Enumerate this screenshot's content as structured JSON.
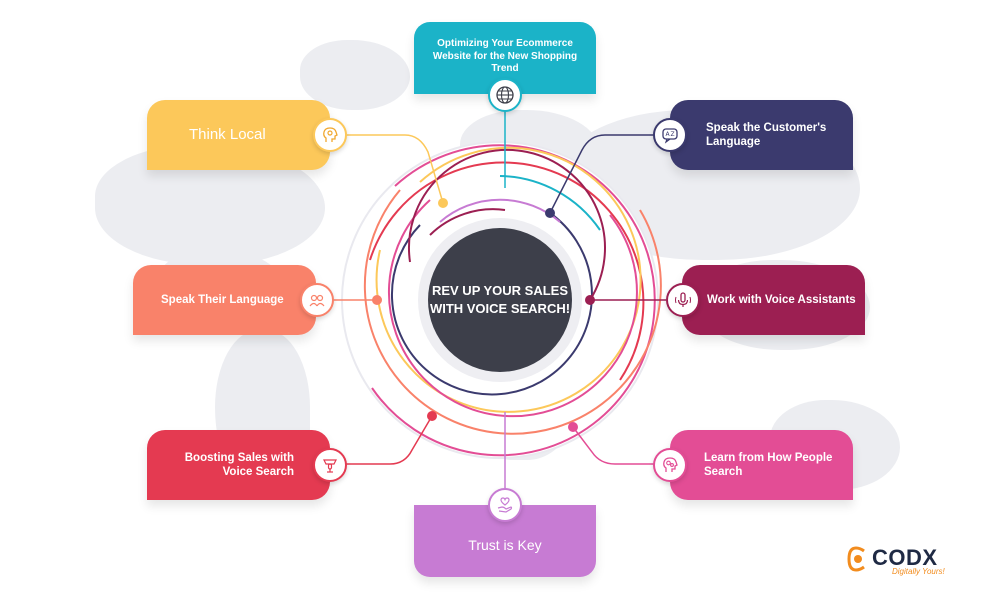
{
  "center": {
    "title": "REV UP YOUR SALES WITH VOICE SEARCH!"
  },
  "cards": {
    "top": {
      "text": "Optimizing Your Ecommerce Website for the New Shopping Trend",
      "color": "#1bb3c8",
      "icon": "globe-www-icon"
    },
    "think_local": {
      "text": "Think Local",
      "color": "#fcc85a",
      "icon": "head-location-icon"
    },
    "speak_customer": {
      "text": "Speak the Customer's Language",
      "color": "#3b3a6e",
      "icon": "translate-icon"
    },
    "speak_their": {
      "text": "Speak Their Language",
      "color": "#f9826a",
      "icon": "people-talking-icon"
    },
    "voice_assistants": {
      "text": "Work with Voice Assistants",
      "color": "#9c1f52",
      "icon": "microphone-icon"
    },
    "boosting_sales": {
      "text": "Boosting Sales with Voice Search",
      "color": "#e43a51",
      "icon": "voice-assistant-icon"
    },
    "learn_people": {
      "text": "Learn from How People Search",
      "color": "#e34d95",
      "icon": "head-gears-icon"
    },
    "trust": {
      "text": "Trust is Key",
      "color": "#c77bd3",
      "icon": "heart-hand-icon"
    }
  },
  "logo": {
    "brand": "CODX",
    "tagline": "Digitally Yours!",
    "accent": "#f28c1e"
  }
}
